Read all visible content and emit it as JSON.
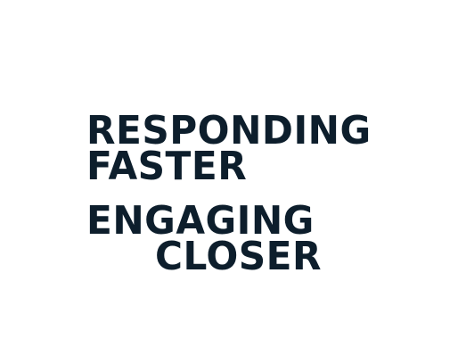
{
  "headline": {
    "group_1": {
      "line_1": "RESPONDING",
      "line_2": "FASTER"
    },
    "group_2": {
      "line_1": "ENGAGING",
      "line_2": "CLOSER"
    },
    "text_color": "#0d1e2c",
    "background_color": "#ffffff"
  }
}
